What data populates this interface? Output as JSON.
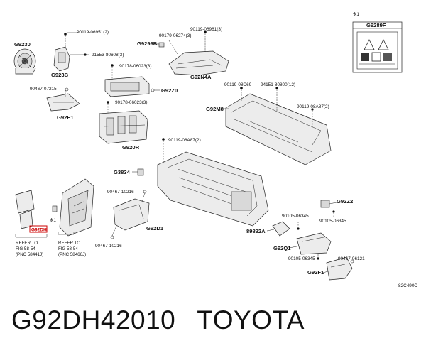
{
  "diagram": {
    "ref_mark": "※1",
    "code": "82C490C",
    "callouts": [
      {
        "id": "p1",
        "text": "90119-06951(2)"
      },
      {
        "id": "p2",
        "text": "91553-80608(3)"
      },
      {
        "id": "p3",
        "text": "90179-06274(3)"
      },
      {
        "id": "p4",
        "text": "90119-06961(3)"
      },
      {
        "id": "p5",
        "text": "90178-06023(3)"
      },
      {
        "id": "p6",
        "text": "90467-07215"
      },
      {
        "id": "p7",
        "text": "90178-06023(3)"
      },
      {
        "id": "p8",
        "text": "90119-08C69"
      },
      {
        "id": "p9",
        "text": "94151-80800(12)"
      },
      {
        "id": "p10",
        "text": "90119-08A87(2)"
      },
      {
        "id": "p11",
        "text": "90119-08A87(2)"
      },
      {
        "id": "p12",
        "text": "90467-10216"
      },
      {
        "id": "p13",
        "text": "90467-10216"
      },
      {
        "id": "p14",
        "text": "90105-06345"
      },
      {
        "id": "p15",
        "text": "90105-06345"
      },
      {
        "id": "p16",
        "text": "90105-06345"
      },
      {
        "id": "p17",
        "text": "90467-06121"
      }
    ],
    "labels": [
      {
        "id": "G9230",
        "text": "G9230"
      },
      {
        "id": "G923B",
        "text": "G923B"
      },
      {
        "id": "G9295B",
        "text": "G9295B"
      },
      {
        "id": "G92N4A",
        "text": "G92N4A"
      },
      {
        "id": "G92Z0",
        "text": "G92Z0"
      },
      {
        "id": "G92E1",
        "text": "G92E1"
      },
      {
        "id": "G92M8",
        "text": "G92M8"
      },
      {
        "id": "G920R",
        "text": "G920R"
      },
      {
        "id": "G3834",
        "text": "G3834"
      },
      {
        "id": "G92D1",
        "text": "G92D1"
      },
      {
        "id": "G92Z2",
        "text": "G92Z2"
      },
      {
        "id": "89892A",
        "text": "89892A"
      },
      {
        "id": "G92Q1",
        "text": "G92Q1"
      },
      {
        "id": "G92F1",
        "text": "G92F1"
      },
      {
        "id": "G9289F",
        "text": "G9289F"
      },
      {
        "id": "G92DH",
        "text": "G92DH"
      }
    ],
    "refs": {
      "left": [
        "REFER TO",
        "FIG 58-54",
        "(PNC 58441J)"
      ],
      "right": [
        "REFER TO",
        "FIG 58-54",
        "(PNC 58466J)"
      ],
      "mark": "※1"
    }
  },
  "footer": {
    "part_number": "G92DH42010",
    "brand": "TOYOTA"
  }
}
